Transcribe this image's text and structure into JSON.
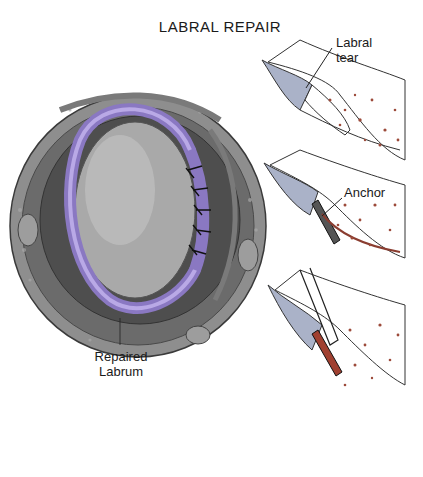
{
  "diagram": {
    "title": "LABRAL REPAIR",
    "labels": [
      "Labral tear",
      "Anchor",
      "Repaired Labrum"
    ]
  }
}
